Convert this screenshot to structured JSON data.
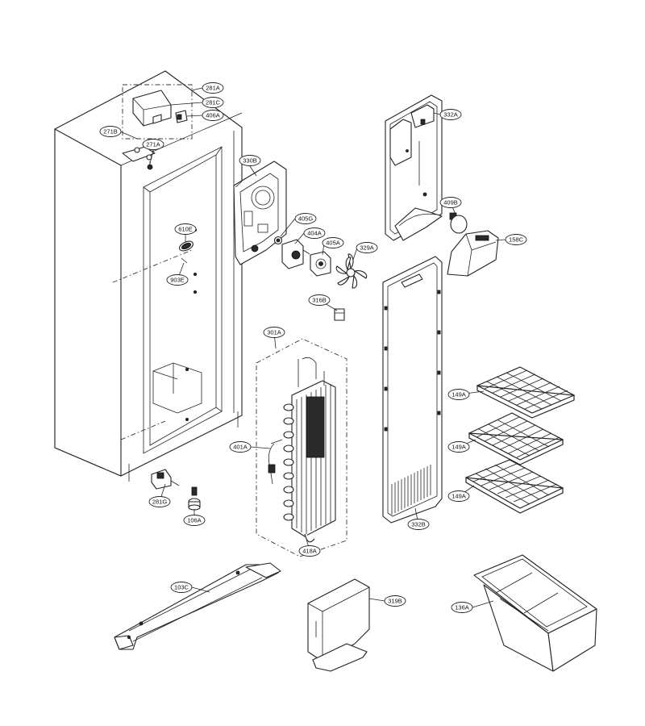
{
  "callouts": [
    {
      "id": "c281A",
      "label": "281A"
    },
    {
      "id": "c281C",
      "label": "281C"
    },
    {
      "id": "c406A",
      "label": "406A"
    },
    {
      "id": "c271B",
      "label": "271B"
    },
    {
      "id": "c271A",
      "label": "271A"
    },
    {
      "id": "c330B",
      "label": "330B"
    },
    {
      "id": "c332A",
      "label": "332A"
    },
    {
      "id": "c405G",
      "label": "405G"
    },
    {
      "id": "c404A",
      "label": "404A"
    },
    {
      "id": "c405A",
      "label": "405A"
    },
    {
      "id": "c329A",
      "label": "329A"
    },
    {
      "id": "c409B",
      "label": "409B"
    },
    {
      "id": "c158C",
      "label": "158C"
    },
    {
      "id": "c610E",
      "label": "610E"
    },
    {
      "id": "c903E",
      "label": "903E"
    },
    {
      "id": "c316B",
      "label": "316B"
    },
    {
      "id": "c301A",
      "label": "301A"
    },
    {
      "id": "c149A1",
      "label": "149A"
    },
    {
      "id": "c149A2",
      "label": "149A"
    },
    {
      "id": "c149A3",
      "label": "149A"
    },
    {
      "id": "c401A",
      "label": "401A"
    },
    {
      "id": "c281G",
      "label": "281G"
    },
    {
      "id": "c106A",
      "label": "106A"
    },
    {
      "id": "c332B",
      "label": "332B"
    },
    {
      "id": "c418A",
      "label": "418A"
    },
    {
      "id": "c103C",
      "label": "103C"
    },
    {
      "id": "c319B",
      "label": "319B"
    },
    {
      "id": "c136A",
      "label": "136A"
    }
  ]
}
